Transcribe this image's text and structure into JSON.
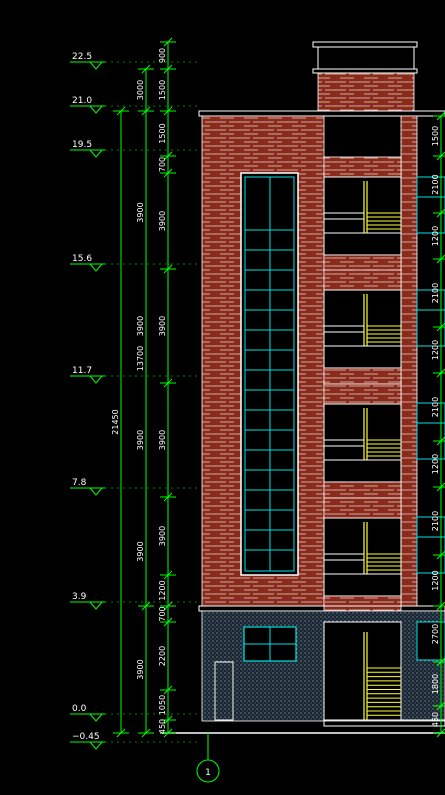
{
  "elevation_levels": [
    {
      "label": "22.5"
    },
    {
      "label": "21.0"
    },
    {
      "label": "19.5"
    },
    {
      "label": "15.6"
    },
    {
      "label": "11.7"
    },
    {
      "label": "7.8"
    },
    {
      "label": "3.9"
    },
    {
      "label": "0.0"
    },
    {
      "label": "−0.45"
    }
  ],
  "left_dims_outer": [
    "900",
    "1500",
    "1500",
    "700",
    "3900",
    "3900",
    "3900",
    "3900",
    "1200",
    "700",
    "2200",
    "1050",
    "450"
  ],
  "left_dims_mid": [
    "3000",
    "13700",
    "3900"
  ],
  "left_total": "21450",
  "left_dims_inner": [
    "3900",
    "3900",
    "3900",
    "3900"
  ],
  "right_dims": [
    "1500",
    "2100",
    "1200",
    "2100",
    "1200",
    "2100",
    "1200",
    "2100",
    "1200",
    "2700",
    "1800",
    "450"
  ],
  "axis_label": "1",
  "colors": {
    "dimension_line": "#00ff00",
    "brick": "#8a2a1a",
    "brick_line": "#ffffff",
    "glass": "#00e5e5",
    "railing": "#ffff33",
    "base_hatch": "#6f8fa8",
    "outline": "#ffffff"
  }
}
